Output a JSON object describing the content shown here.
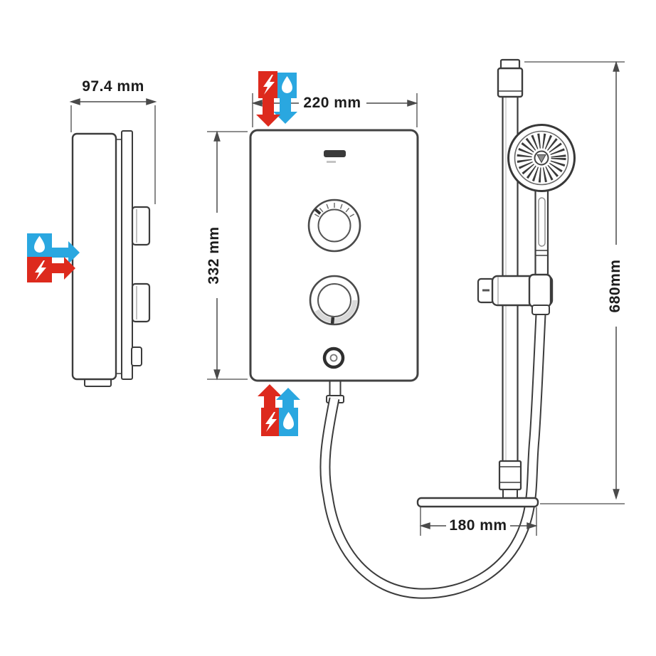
{
  "diagram": {
    "subject": "electric-shower-unit-technical-dimensions",
    "dimensions": {
      "unit_depth": "97.4 mm",
      "unit_width": "220 mm",
      "unit_height": "332 mm",
      "rail_height": "680mm",
      "soap_dish_width": "180 mm"
    },
    "icons": {
      "electric": "lightning-bolt-icon",
      "water": "water-drop-icon"
    },
    "colors": {
      "electric_red": "#dd2a1d",
      "water_blue": "#2aa7e0",
      "line": "#3c3c3c",
      "background": "#ffffff"
    }
  }
}
